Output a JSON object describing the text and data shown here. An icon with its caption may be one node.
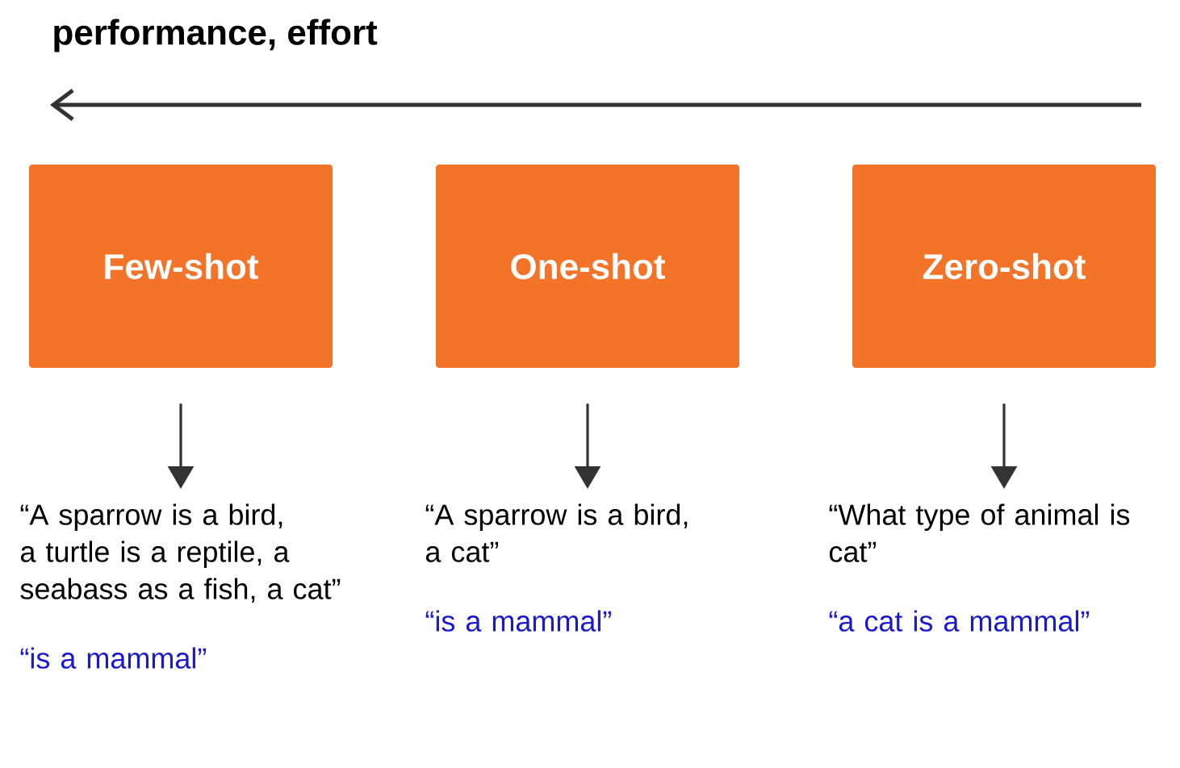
{
  "diagram": {
    "title": "performance, effort",
    "nodes": [
      {
        "text": [
          "Few-shot"
        ]
      },
      {
        "text": [
          "One-shot"
        ]
      },
      {
        "text": [
          "Zero-shot"
        ]
      },
      {
        "text": [
          "“A sparrow is a bird, a turtle is a reptile, a seabass as a fish, a cat”",
          "“is a mammal”"
        ]
      },
      {
        "text": [
          "“A sparrow is a bird, a cat”",
          "“is a mammal”"
        ]
      },
      {
        "text": [
          "“What type of animal is cat”",
          "“a cat is a mammal”"
        ]
      }
    ],
    "edges": [
      {
        "from": 0,
        "to": 3,
        "arrow": "to"
      },
      {
        "from": 1,
        "to": 4,
        "arrow": "to"
      },
      {
        "from": 2,
        "to": 5,
        "arrow": "to"
      }
    ]
  }
}
